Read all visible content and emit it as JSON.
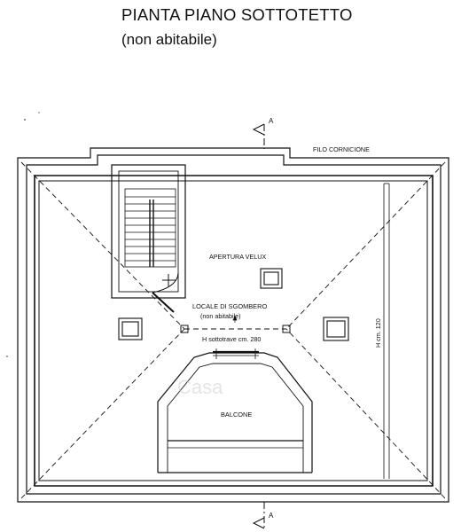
{
  "title": "PIANTA PIANO SOTTOTETTO",
  "subtitle": "(non abitabile)",
  "labels": {
    "filo_cornicione": "FILO CORNICIONE",
    "apertura_velux": "APERTURA VELUX",
    "locale_line1": "LOCALE DI SGOMBERO",
    "locale_line2": "(non abitabile)",
    "h_sottotrave": "H sottotrave cm. 280",
    "h_cm_120": "H cm. 120",
    "balcone": "BALCONE",
    "section_mark_top": "A",
    "section_mark_bottom": "A"
  },
  "watermark": "Casa"
}
